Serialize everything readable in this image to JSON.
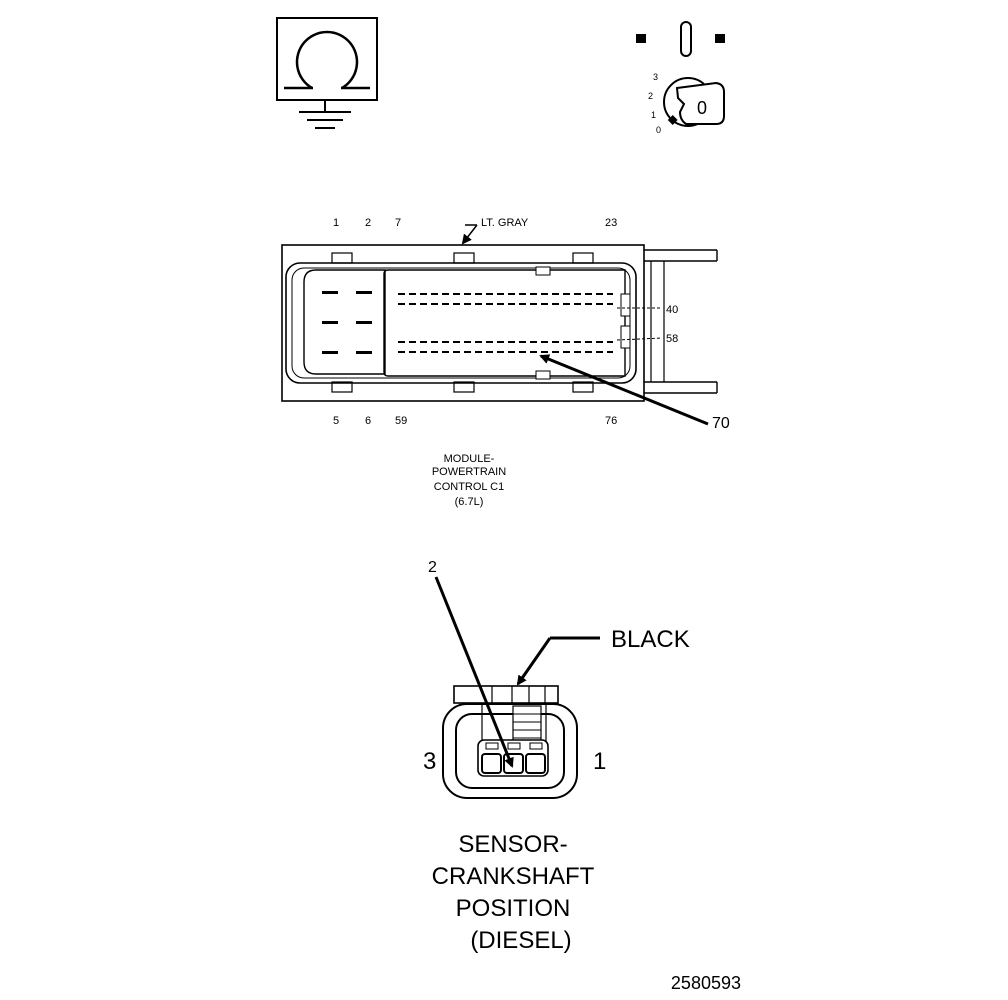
{
  "ground_symbol": {
    "icon": "ohmmeter-ground-icon"
  },
  "ignition_switch": {
    "icon": "ignition-key-icon",
    "positions": [
      "3",
      "2",
      "1",
      "0"
    ],
    "key_label": "0"
  },
  "pcm_connector": {
    "color_label": "LT. GRAY",
    "top_pins": [
      "1",
      "2",
      "7",
      "23"
    ],
    "bottom_pins": [
      "5",
      "6",
      "59",
      "76"
    ],
    "side_pins": [
      "40",
      "58"
    ],
    "callout_pin": "70",
    "title_lines": [
      "MODULE-",
      "POWERTRAIN",
      "CONTROL C1",
      "(6.7L)"
    ]
  },
  "ckp_sensor": {
    "color_label": "BLACK",
    "callout_pin": "2",
    "left_pin": "3",
    "right_pin": "1",
    "title_lines": [
      "SENSOR-",
      "CRANKSHAFT",
      "POSITION",
      "(DIESEL)"
    ]
  },
  "figure_id": "2580593"
}
